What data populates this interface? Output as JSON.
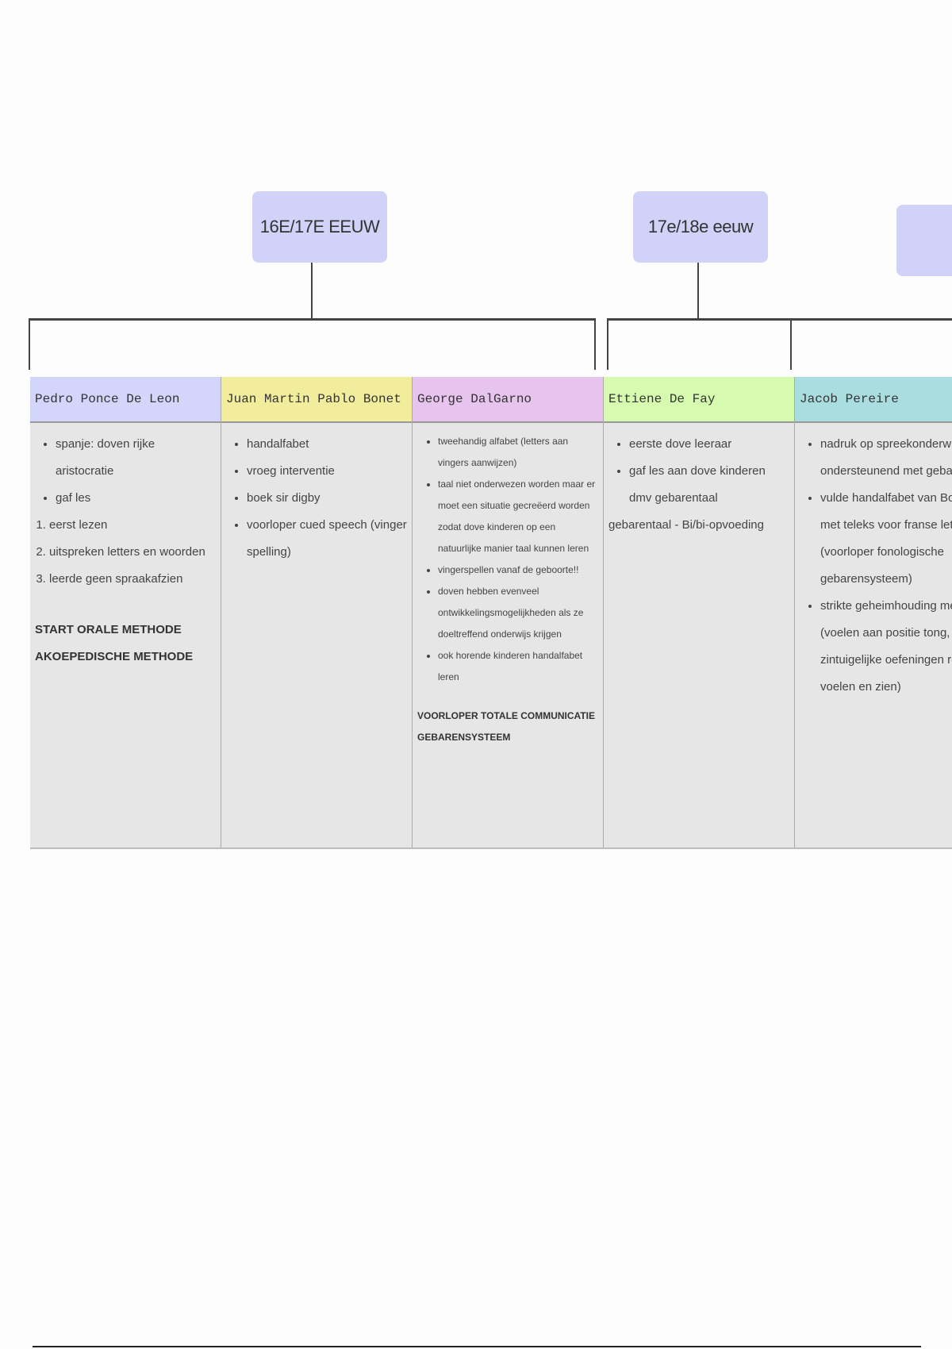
{
  "eras": [
    "16E/17E EEUW",
    "17e/18e eeuw",
    ""
  ],
  "columns": [
    {
      "name": "Pedro Ponce De Leon",
      "color": "#d3d5fa",
      "bullets": [
        "spanje: doven rijke aristocratie",
        "gaf les"
      ],
      "numbered": [
        "eerst lezen",
        "uitspreken letters en woorden",
        "leerde geen spraakafzien"
      ],
      "notes": [
        "START ORALE METHODE",
        "AKOEPEDISCHE METHODE"
      ]
    },
    {
      "name": "Juan Martin Pablo Bonet",
      "color": "#f1ed9d",
      "bullets": [
        "handalfabet",
        "vroeg interventie",
        "boek sir digby",
        "voorloper cued speech (vinger spelling)"
      ]
    },
    {
      "name": "George DalGarno",
      "color": "#e6c4ee",
      "bullets": [
        "tweehandig alfabet (letters aan vingers aanwijzen)",
        "taal niet onderwezen worden maar er moet een situatie gecreëerd worden zodat dove kinderen op een natuurlijke manier taal kunnen leren",
        "vingerspellen vanaf de geboorte!!",
        "doven hebben evenveel ontwikkelingsmogelijkheden als ze doeltreffend onderwijs krijgen",
        "ook horende kinderen handalfabet leren"
      ],
      "notes": [
        "VOORLOPER TOTALE COMMUNICATIE GEBARENSYSTEEM"
      ]
    },
    {
      "name": "Ettiene De Fay",
      "color": "#d6fbb0",
      "bullets": [
        "eerste dove leeraar",
        "gaf les aan dove kinderen dmv gebarentaal"
      ],
      "plain": "gebarentaal - Bi/bi-opvoeding"
    },
    {
      "name": "Jacob Pereire",
      "color": "#a9dde0",
      "bullets": [
        "nadruk op spreekonderwijs ondersteunend met gebaren",
        "vulde handalfabet van Bonet met teleks voor franse letters (voorloper fonologische gebarensysteem)",
        "strikte geheimhouding methode (voelen aan positie tong, zintuigelijke oefeningen rond voelen en zien)"
      ]
    }
  ]
}
